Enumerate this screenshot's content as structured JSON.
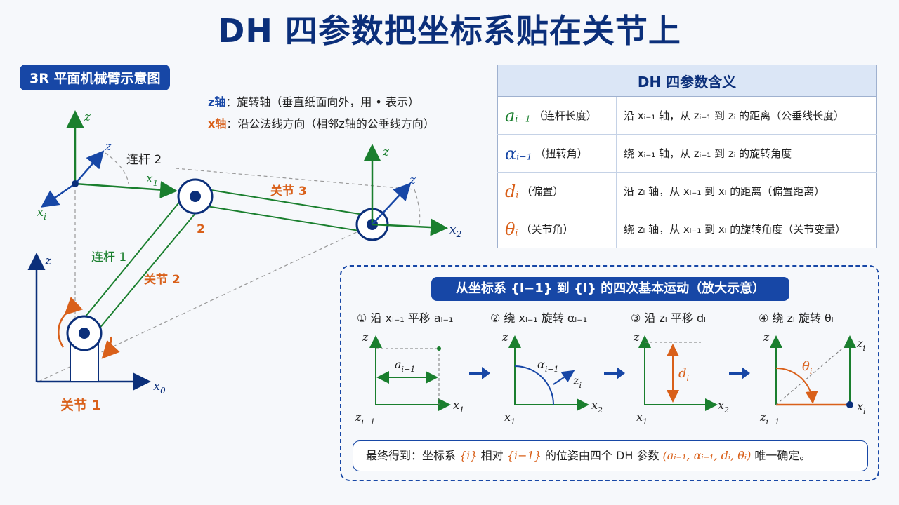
{
  "title": "DH 四参数把坐标系贴在关节上",
  "badge": "3R 平面机械臂示意图",
  "legend": {
    "z_key": "z轴",
    "z_text": "：旋转轴（垂直纸面向外，用 • 表示）",
    "x_key": "x轴",
    "x_text": "：沿公法线方向（相邻z轴的公垂线方向）"
  },
  "arm": {
    "link1": "连杆 1",
    "link2": "连杆 2",
    "joint1": "关节 1",
    "joint2": "关节 2",
    "joint3": "关节 3",
    "joint2_num": "2",
    "axis_z": "z",
    "axis_x0": "x",
    "axis_x0_sub": "0",
    "axis_x1": "x",
    "axis_x1_sub": "1",
    "axis_x2": "x",
    "axis_x2_sub": "2",
    "axis_xi": "x",
    "axis_xi_sub": "i"
  },
  "table": {
    "header": "DH 四参数含义",
    "rows": [
      {
        "sym": "a",
        "sub": "i−1",
        "name": "（连杆长度）",
        "desc": "沿 xᵢ₋₁ 轴，从 zᵢ₋₁ 到 zᵢ 的距离（公垂线长度）"
      },
      {
        "sym": "α",
        "sub": "i−1",
        "name": "（扭转角）",
        "desc": "绕 xᵢ₋₁ 轴，从 zᵢ₋₁ 到 zᵢ 的旋转角度"
      },
      {
        "sym": "d",
        "sub": "i",
        "name": "（偏置）",
        "desc": "沿 zᵢ 轴，从 xᵢ₋₁ 到 xᵢ 的距离（偏置距离）"
      },
      {
        "sym": "θ",
        "sub": "i",
        "name": "（关节角）",
        "desc": "绕 zᵢ 轴，从 xᵢ₋₁ 到 xᵢ 的旋转角度（关节变量）"
      }
    ]
  },
  "motion": {
    "title": "从坐标系 {i−1} 到 {i} 的四次基本运动（放大示意）",
    "steps": [
      {
        "label": "① 沿 xᵢ₋₁ 平移 aᵢ₋₁"
      },
      {
        "label": "② 绕 xᵢ₋₁ 旋转 αᵢ₋₁"
      },
      {
        "label": "③ 沿 zᵢ 平移 dᵢ"
      },
      {
        "label": "④ 绕 zᵢ 旋转 θᵢ"
      }
    ],
    "final_prefix": "最终得到：坐标系 ",
    "final_frame_i": "{i}",
    "final_mid": " 相对 ",
    "final_frame_prev": "{i−1}",
    "final_suffix": " 的位姿由四个 DH 参数 ",
    "final_params": "(aᵢ₋₁, αᵢ₋₁, dᵢ, θᵢ)",
    "final_end": " 唯一确定。"
  },
  "colors": {
    "navy": "#0b2f7a",
    "blue": "#1747a6",
    "green": "#1a7f2e",
    "orange": "#d9601a"
  }
}
